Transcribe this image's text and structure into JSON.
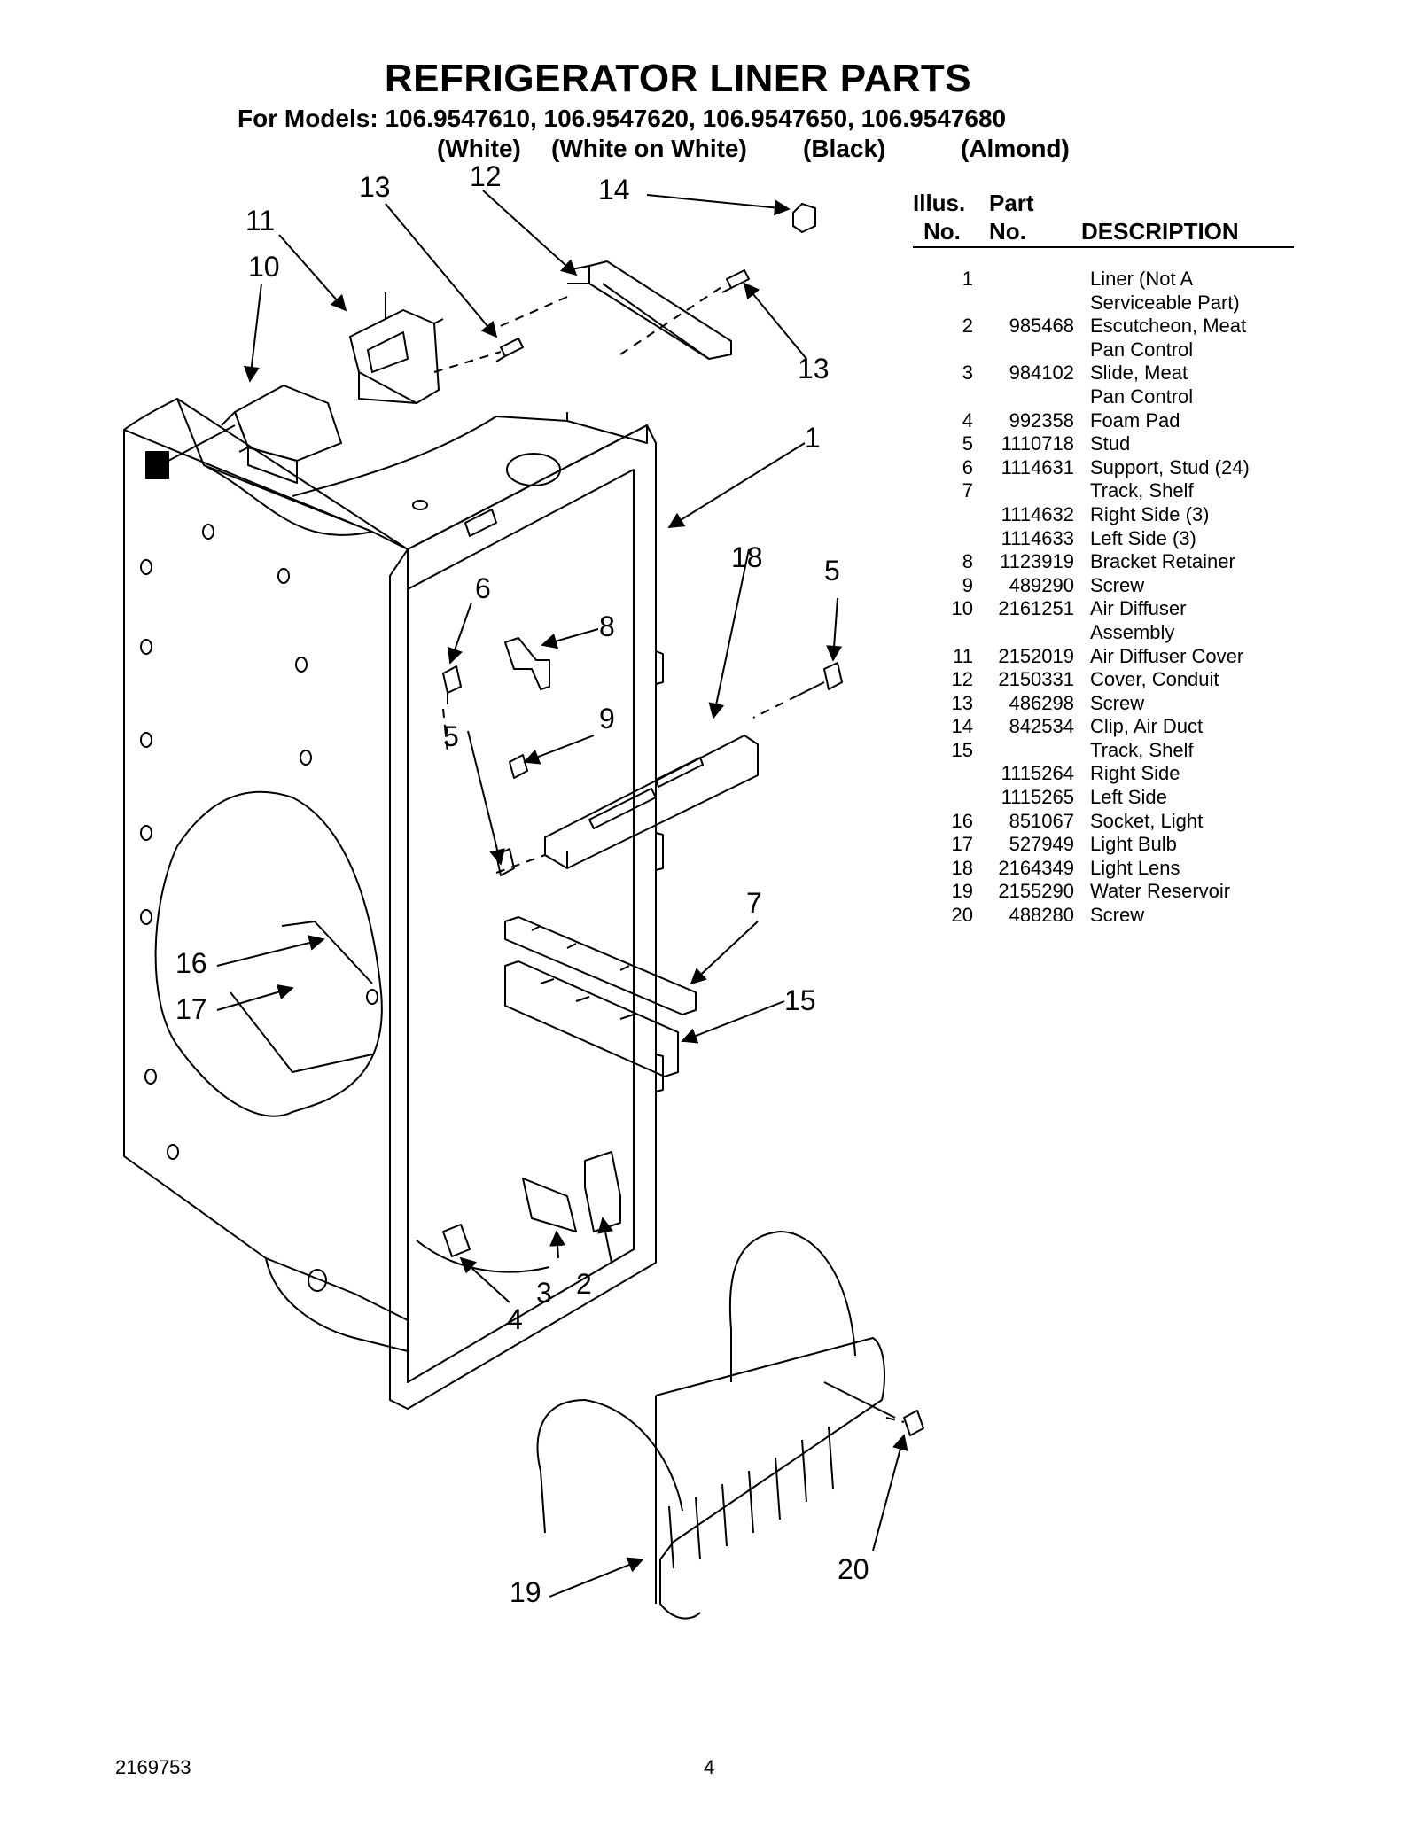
{
  "header": {
    "title": "REFRIGERATOR LINER PARTS",
    "models": "For Models: 106.9547610, 106.9547620, 106.9547650, 106.9547680",
    "colors": [
      "(White)",
      "(White on White)",
      "(Black)",
      "(Almond)"
    ]
  },
  "table": {
    "col_illus_1": "Illus.",
    "col_illus_2": "No.",
    "col_part_1": "Part",
    "col_part_2": "No.",
    "col_desc": "DESCRIPTION",
    "rows": [
      {
        "no": "1",
        "part": "",
        "desc": "Liner (Not A"
      },
      {
        "no": "",
        "part": "",
        "desc": "Serviceable Part)"
      },
      {
        "no": "2",
        "part": "985468",
        "desc": "Escutcheon, Meat"
      },
      {
        "no": "",
        "part": "",
        "desc": "Pan Control"
      },
      {
        "no": "3",
        "part": "984102",
        "desc": "Slide, Meat"
      },
      {
        "no": "",
        "part": "",
        "desc": "Pan Control"
      },
      {
        "no": "4",
        "part": "992358",
        "desc": "Foam Pad"
      },
      {
        "no": "5",
        "part": "1110718",
        "desc": "Stud"
      },
      {
        "no": "6",
        "part": "1114631",
        "desc": "Support, Stud (24)"
      },
      {
        "no": "7",
        "part": "",
        "desc": "Track, Shelf"
      },
      {
        "no": "",
        "part": "1114632",
        "desc": "Right Side (3)"
      },
      {
        "no": "",
        "part": "1114633",
        "desc": "Left Side (3)"
      },
      {
        "no": "8",
        "part": "1123919",
        "desc": "Bracket Retainer"
      },
      {
        "no": "9",
        "part": "489290",
        "desc": "Screw"
      },
      {
        "no": "10",
        "part": "2161251",
        "desc": "Air Diffuser"
      },
      {
        "no": "",
        "part": "",
        "desc": "Assembly"
      },
      {
        "no": "11",
        "part": "2152019",
        "desc": "Air Diffuser Cover"
      },
      {
        "no": "12",
        "part": "2150331",
        "desc": "Cover, Conduit"
      },
      {
        "no": "13",
        "part": "486298",
        "desc": "Screw"
      },
      {
        "no": "14",
        "part": "842534",
        "desc": "Clip, Air Duct"
      },
      {
        "no": "15",
        "part": "",
        "desc": "Track, Shelf"
      },
      {
        "no": "",
        "part": "1115264",
        "desc": "Right Side"
      },
      {
        "no": "",
        "part": "1115265",
        "desc": "Left Side"
      },
      {
        "no": "16",
        "part": "851067",
        "desc": "Socket, Light"
      },
      {
        "no": "17",
        "part": "527949",
        "desc": "Light Bulb"
      },
      {
        "no": "18",
        "part": "2164349",
        "desc": "Light Lens"
      },
      {
        "no": "19",
        "part": "2155290",
        "desc": "Water Reservoir"
      },
      {
        "no": "20",
        "part": "488280",
        "desc": "Screw"
      }
    ]
  },
  "callouts": {
    "c1": "1",
    "c2": "2",
    "c3": "3",
    "c4": "4",
    "c5a": "5",
    "c5b": "5",
    "c6": "6",
    "c7": "7",
    "c8": "8",
    "c9": "9",
    "c10": "10",
    "c11": "11",
    "c12": "12",
    "c13a": "13",
    "c13b": "13",
    "c14": "14",
    "c15": "15",
    "c16": "16",
    "c17": "17",
    "c18": "18",
    "c19": "19",
    "c20": "20"
  },
  "footer": {
    "doc_number": "2169753",
    "page_number": "4"
  }
}
